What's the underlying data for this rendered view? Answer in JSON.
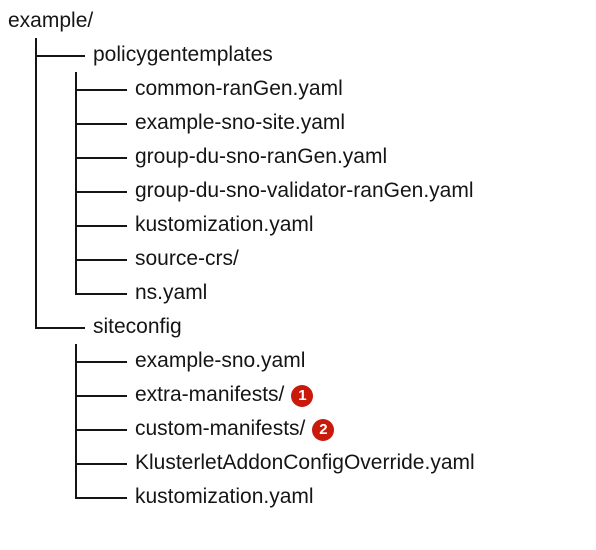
{
  "tree": [
    {
      "name": "example/",
      "depth": 0
    },
    {
      "name": "policygentemplates",
      "depth": 1,
      "last": false
    },
    {
      "name": "common-ranGen.yaml",
      "depth": 2,
      "last": false
    },
    {
      "name": "example-sno-site.yaml",
      "depth": 2,
      "last": false
    },
    {
      "name": "group-du-sno-ranGen.yaml",
      "depth": 2,
      "last": false
    },
    {
      "name": "group-du-sno-validator-ranGen.yaml",
      "depth": 2,
      "last": false
    },
    {
      "name": "kustomization.yaml",
      "depth": 2,
      "last": false
    },
    {
      "name": "source-crs/",
      "depth": 2,
      "last": false
    },
    {
      "name": "ns.yaml",
      "depth": 2,
      "last": true
    },
    {
      "name": "siteconfig",
      "depth": 1,
      "last": true
    },
    {
      "name": "example-sno.yaml",
      "depth": 2,
      "last": false
    },
    {
      "name": "extra-manifests/",
      "depth": 2,
      "last": false,
      "callout": "1"
    },
    {
      "name": "custom-manifests/",
      "depth": 2,
      "last": false,
      "callout": "2"
    },
    {
      "name": "KlusterletAddonConfigOverride.yaml",
      "depth": 2,
      "last": false
    },
    {
      "name": "kustomization.yaml",
      "depth": 2,
      "last": true
    }
  ],
  "colors": {
    "text": "#151515",
    "callout_bg": "#c9190b",
    "callout_text": "#ffffff"
  }
}
